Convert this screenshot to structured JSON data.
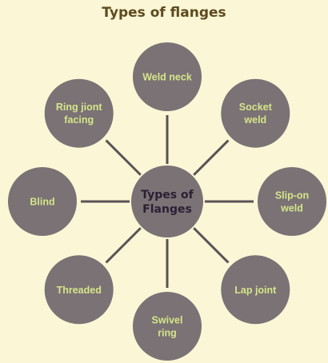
{
  "title": "Types of flanges",
  "center": {
    "lines": [
      "Types of",
      "Flanges"
    ]
  },
  "nodes": [
    {
      "name": "weld-neck",
      "lines": [
        "Weld neck"
      ]
    },
    {
      "name": "socket-weld",
      "lines": [
        "Socket",
        "weld"
      ]
    },
    {
      "name": "slip-on-weld",
      "lines": [
        "Slip-on",
        "weld"
      ]
    },
    {
      "name": "lap-joint",
      "lines": [
        "Lap joint"
      ]
    },
    {
      "name": "swivel-ring",
      "lines": [
        "Swivel",
        "ring"
      ]
    },
    {
      "name": "threaded",
      "lines": [
        "Threaded"
      ]
    },
    {
      "name": "blind",
      "lines": [
        "Blind"
      ]
    },
    {
      "name": "ring-jiont-facing",
      "lines": [
        "Ring jiont",
        "facing"
      ]
    }
  ],
  "colors": {
    "background": "#fbf6d6",
    "circle_fill": "#7a7274",
    "circle_stroke": "#fbf6d6",
    "connector": "#5a5354",
    "satellite_text": "#d6e58a",
    "center_text": "#2c1f34",
    "title": "#5e4a1f"
  }
}
